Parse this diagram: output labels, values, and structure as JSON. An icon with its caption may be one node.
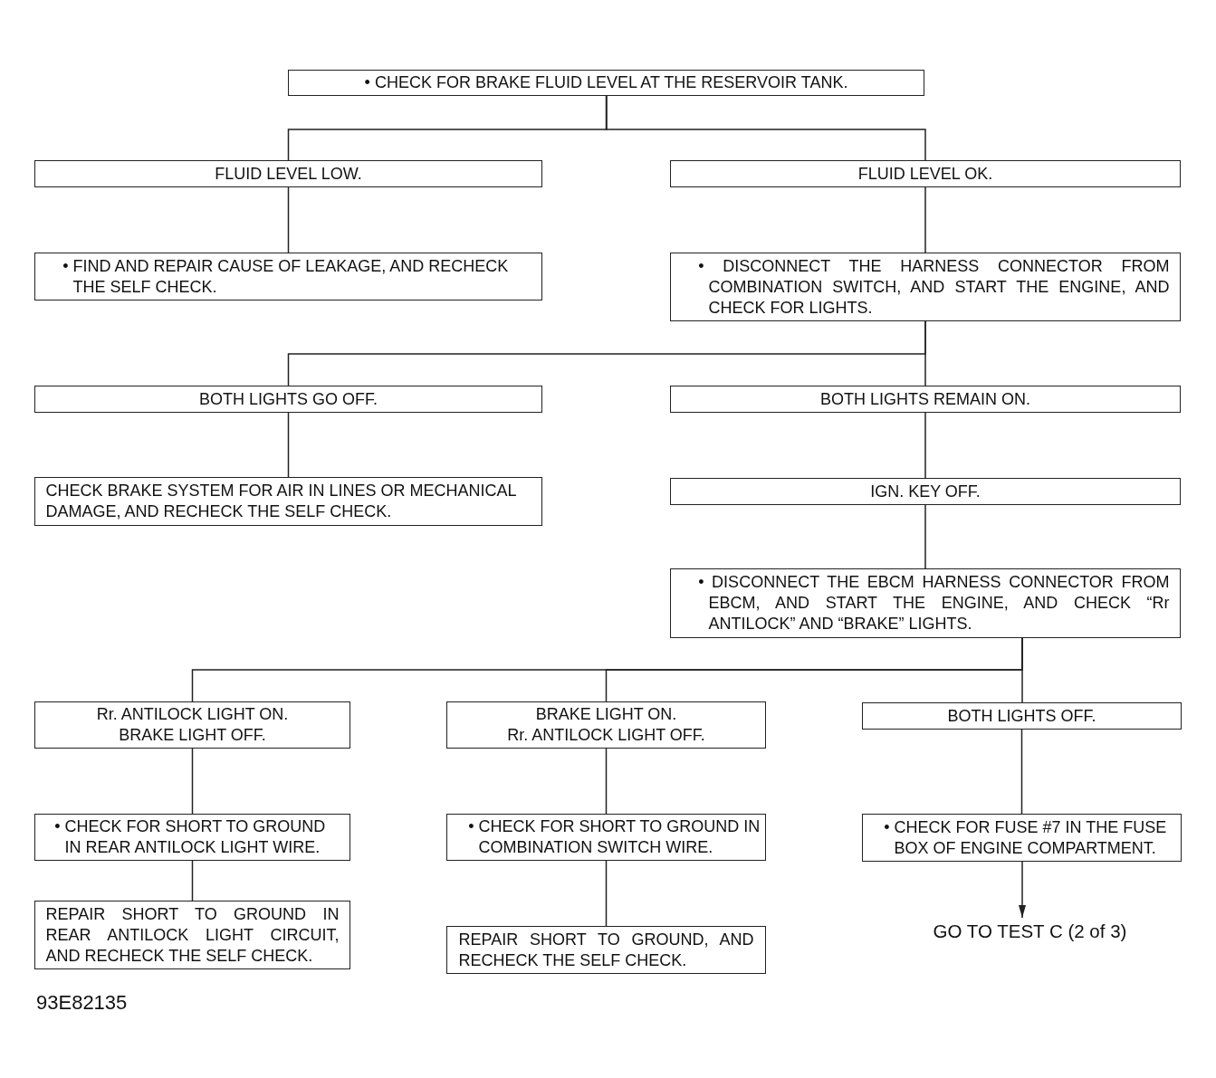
{
  "diagram": {
    "nodes": [
      {
        "text": [
          "• CHECK FOR BRAKE FLUID LEVEL AT THE RESERVOIR TANK."
        ]
      },
      {
        "text": [
          "FLUID LEVEL LOW."
        ]
      },
      {
        "text": [
          "FLUID LEVEL OK."
        ]
      },
      {
        "text": [
          "• FIND AND REPAIR CAUSE OF LEAKAGE, AND RECHECK THE SELF CHECK."
        ]
      },
      {
        "text": [
          "• DISCONNECT THE HARNESS CONNECTOR FROM COMBINATION SWITCH, AND START THE ENGINE, AND CHECK FOR LIGHTS."
        ]
      },
      {
        "text": [
          "BOTH LIGHTS GO OFF."
        ]
      },
      {
        "text": [
          "BOTH LIGHTS REMAIN ON."
        ]
      },
      {
        "text": [
          "CHECK BRAKE SYSTEM FOR AIR IN LINES OR MECHANICAL DAMAGE, AND RECHECK THE SELF CHECK."
        ]
      },
      {
        "text": [
          "IGN. KEY OFF."
        ]
      },
      {
        "text": [
          "• DISCONNECT THE EBCM HARNESS CONNECTOR FROM EBCM, AND START THE ENGINE, AND CHECK “Rr ANTILOCK” AND “BRAKE” LIGHTS."
        ]
      },
      {
        "text": [
          "Rr. ANTILOCK LIGHT ON.",
          "BRAKE LIGHT OFF."
        ]
      },
      {
        "text": [
          "BRAKE LIGHT ON.",
          "Rr. ANTILOCK LIGHT OFF."
        ]
      },
      {
        "text": [
          "BOTH LIGHTS OFF."
        ]
      },
      {
        "text": [
          "• CHECK FOR SHORT TO GROUND IN REAR ANTILOCK LIGHT WIRE."
        ]
      },
      {
        "text": [
          "• CHECK FOR SHORT TO GROUND IN COMBINATION SWITCH WIRE."
        ]
      },
      {
        "text": [
          "• CHECK FOR FUSE #7 IN THE FUSE BOX OF ENGINE COMPARTMENT."
        ]
      },
      {
        "text": [
          "REPAIR SHORT TO GROUND IN REAR ANTILOCK LIGHT CIRCUIT, AND RECHECK THE SELF CHECK."
        ]
      },
      {
        "text": [
          "REPAIR SHORT TO GROUND, AND RECHECK THE SELF CHECK."
        ]
      },
      {
        "text": [
          "GO TO TEST C (2 of 3)"
        ]
      }
    ],
    "edges": [
      {
        "from": 0,
        "to": 1,
        "arrow": "none"
      },
      {
        "from": 0,
        "to": 2,
        "arrow": "none"
      },
      {
        "from": 1,
        "to": 3,
        "arrow": "none"
      },
      {
        "from": 2,
        "to": 4,
        "arrow": "none"
      },
      {
        "from": 4,
        "to": 5,
        "arrow": "none"
      },
      {
        "from": 4,
        "to": 6,
        "arrow": "none"
      },
      {
        "from": 5,
        "to": 7,
        "arrow": "none"
      },
      {
        "from": 6,
        "to": 8,
        "arrow": "none"
      },
      {
        "from": 8,
        "to": 9,
        "arrow": "none"
      },
      {
        "from": 9,
        "to": 10,
        "arrow": "none"
      },
      {
        "from": 9,
        "to": 11,
        "arrow": "none"
      },
      {
        "from": 9,
        "to": 12,
        "arrow": "none"
      },
      {
        "from": 10,
        "to": 13,
        "arrow": "none"
      },
      {
        "from": 13,
        "to": 16,
        "arrow": "none"
      },
      {
        "from": 11,
        "to": 14,
        "arrow": "none"
      },
      {
        "from": 14,
        "to": 17,
        "arrow": "none"
      },
      {
        "from": 12,
        "to": 15,
        "arrow": "none"
      },
      {
        "from": 15,
        "to": 18,
        "arrow": "to"
      }
    ],
    "labels": [
      "93E82135"
    ]
  }
}
